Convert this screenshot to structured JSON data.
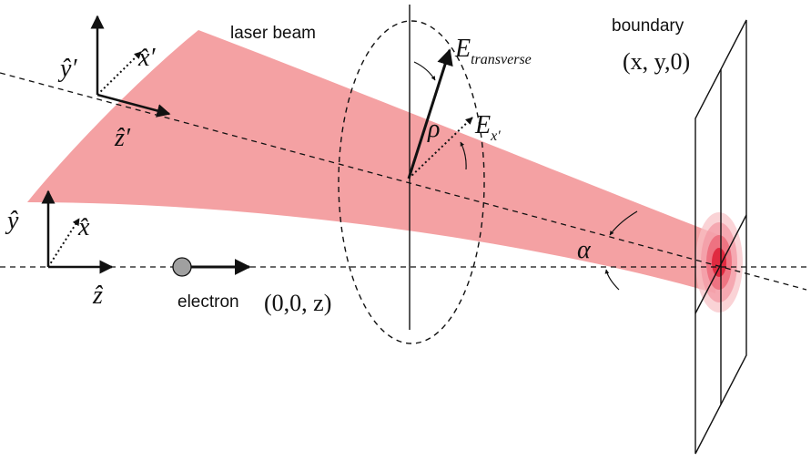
{
  "labels": {
    "laser_beam": "laser beam",
    "boundary": "boundary",
    "boundary_coords": "(x, y,0)",
    "electron": "electron",
    "electron_coords": "(0,0, z)"
  },
  "symbols": {
    "y_prime": "ŷ′",
    "x_prime": "x̂′",
    "z_prime": "ẑ′",
    "y": "ŷ",
    "x": "x̂",
    "z": "ẑ",
    "e_transverse_main": "E",
    "e_transverse_sub": "transverse",
    "e_x_main": "E",
    "e_x_sub": "x′",
    "rho": "ρ",
    "alpha": "α"
  },
  "colors": {
    "beam": "#f4a1a3",
    "focus_spot": "#e8243c",
    "electron_dot": "#a0a0a0",
    "line": "#111111"
  }
}
